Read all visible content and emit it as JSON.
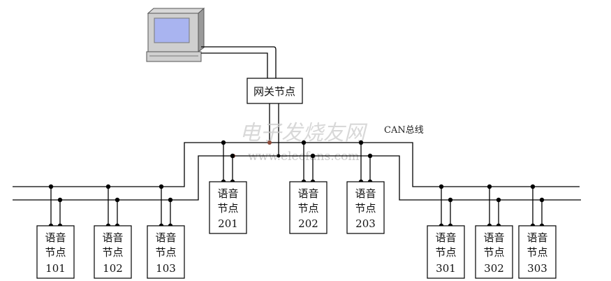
{
  "gateway": {
    "label": "网关节点"
  },
  "bus": {
    "label": "CAN总线"
  },
  "node_text": {
    "line1": "语音",
    "line2": "节点"
  },
  "groups": [
    {
      "name": "left",
      "nodes": [
        "101",
        "102",
        "103"
      ]
    },
    {
      "name": "middle",
      "nodes": [
        "201",
        "202",
        "203"
      ]
    },
    {
      "name": "right",
      "nodes": [
        "301",
        "302",
        "303"
      ]
    }
  ],
  "watermark": {
    "cn": "电子发烧友网",
    "url": "www.elecfans.com"
  },
  "colors": {
    "line": "#000000",
    "screen": "#a9b4f0"
  }
}
